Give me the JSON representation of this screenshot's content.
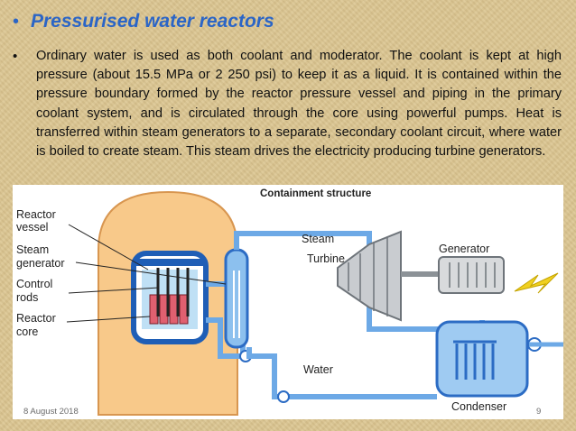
{
  "heading": "Pressurised water reactors",
  "paragraph": "Ordinary water is used as both coolant and moderator. The coolant is kept at high pressure (about 15.5 MPa or 2 250 psi) to keep it as a liquid. It is contained within the pressure boundary formed by the reactor pressure vessel and piping in the primary coolant system, and is circulated through the core using powerful pumps. Heat is transferred within steam generators to a separate, secondary coolant circuit, where water is boiled to create steam. This steam drives the electricity producing turbine generators.",
  "bullet_glyph": "•",
  "diagram": {
    "title": "Containment structure",
    "labels": {
      "reactor_vessel": [
        "Reactor",
        "vessel"
      ],
      "steam_generator": [
        "Steam",
        "generator"
      ],
      "control_rods": [
        "Control",
        "rods"
      ],
      "reactor_core": [
        "Reactor",
        "core"
      ],
      "steam": "Steam",
      "turbine": "Turbine",
      "generator": "Generator",
      "water": "Water",
      "condenser": "Condenser"
    },
    "colors": {
      "containment_fill": "#f8c98a",
      "containment_stroke": "#d89650",
      "pipe": "#6da9e6",
      "pipe_dark": "#2c6cc4",
      "vessel": "#1f5eb6",
      "rods": "#e06070",
      "bolt": "#f0d020"
    }
  },
  "footer": {
    "date": "8 August 2018",
    "page": "9"
  }
}
